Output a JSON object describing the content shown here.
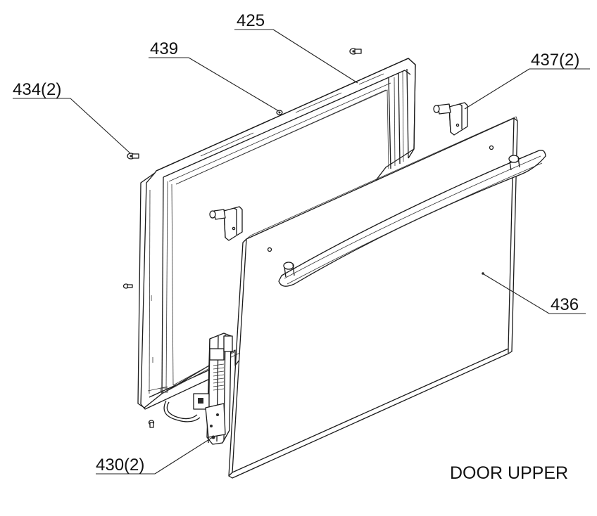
{
  "title": "DOOR UPPER",
  "callouts": [
    {
      "id": "c425",
      "label": "425"
    },
    {
      "id": "c439",
      "label": "439"
    },
    {
      "id": "c434",
      "label": "434(2)"
    },
    {
      "id": "c437",
      "label": "437(2)"
    },
    {
      "id": "c436",
      "label": "436"
    },
    {
      "id": "c430",
      "label": "430(2)"
    }
  ]
}
